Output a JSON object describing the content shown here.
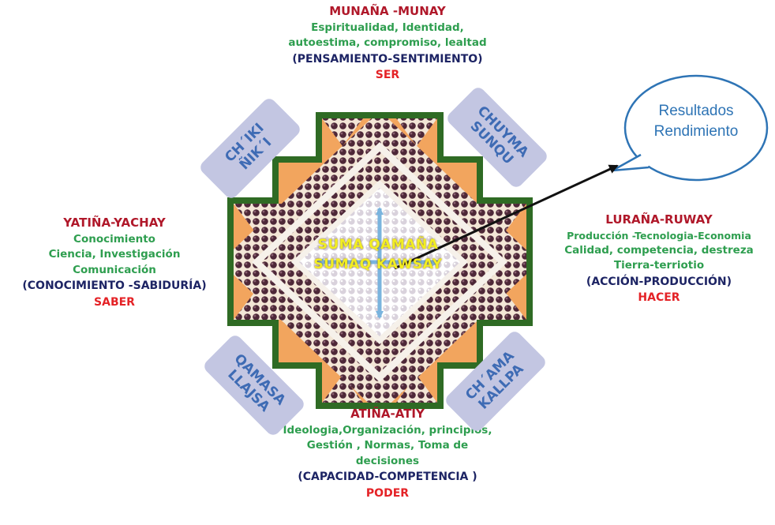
{
  "top": {
    "title": "MUNAÑA -MUNAY",
    "lines": [
      "Espiritualidad, Identidad,",
      "autoestima, compromiso, lealtad"
    ],
    "category": "(PENSAMIENTO-SENTIMIENTO)",
    "domain": "SER"
  },
  "left": {
    "title": "YATIÑA-YACHAY",
    "lines": [
      "Conocimiento",
      "Ciencia, Investigación",
      "Comunicación"
    ],
    "category": "(CONOCIMIENTO -SABIDURÍA)",
    "domain": "SABER"
  },
  "right": {
    "title": "LURAÑA-RUWAY",
    "lines": [
      "Producción -Tecnologia-Economia",
      "Calidad, competencia, destreza",
      "Tierra-terriotio"
    ],
    "category": "(ACCIÓN-PRODUCCIÓN)",
    "domain": "HACER"
  },
  "bottom": {
    "title": "ATIÑA-ATIY",
    "lines": [
      "Ideologia,Organización, principios,",
      "Gestión , Normas, Toma de",
      "decisiones"
    ],
    "category": "(CAPACIDAD-COMPETENCIA )",
    "domain": "PODER"
  },
  "tags": {
    "top_left": [
      "CH´IKI",
      "ÑIK´I"
    ],
    "top_right": [
      "CHUYMA",
      "SUNQU"
    ],
    "bottom_left": [
      "QAMASA",
      "LLAJSA"
    ],
    "bottom_right": [
      "CH´AMA",
      "KALLPA"
    ]
  },
  "center": {
    "line1": "SUMA QAMAÑA",
    "line2": "SUMAQ KAWSAY"
  },
  "bubble": {
    "line1": "Resultados",
    "line2": "Rendimiento"
  },
  "colors": {
    "title_red": "#b0182a",
    "green_text": "#2e9e4f",
    "navy_text": "#1d2464",
    "domain_red": "#e42226",
    "tag_fill": "#c3c6e2",
    "tag_text": "#3e6bb4",
    "chakana_border": "#2f6b24",
    "chakana_orange": "#f2a55e",
    "weave_purple": "#4e2838",
    "center_text": "#f2ee22",
    "arrow_blue": "#7ab4de"
  },
  "icons": [
    "chakana-cross",
    "weave-pattern",
    "cross-arrows-icon",
    "speech-bubble",
    "pointer-arrow"
  ]
}
